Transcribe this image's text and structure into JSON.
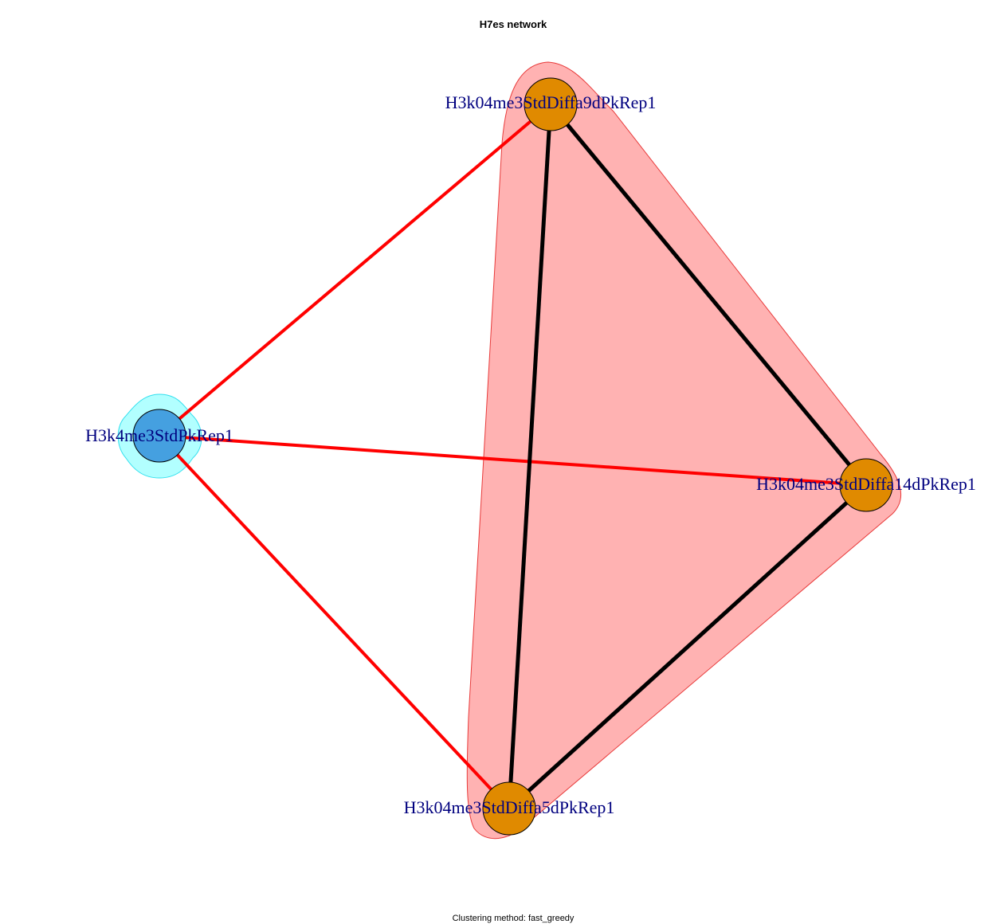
{
  "title": "H7es network",
  "subtitle": "Clustering method: fast_greedy",
  "colors": {
    "label": "#00007f",
    "cluster_red_fill": "#ffb2b2",
    "cluster_red_stroke": "#e83a3a",
    "cluster_cyan_fill": "#b2ffff",
    "cluster_cyan_stroke": "#33e0ee",
    "node_orange": "#e08a00",
    "node_blue": "#45a0e0",
    "edge_between": "#ff0000",
    "edge_within": "#000000"
  },
  "nodes": [
    {
      "id": "n_top",
      "label": "H3k04me3StdDiffa9dPkRep1",
      "group": "orange"
    },
    {
      "id": "n_left",
      "label": "H3k4me3StdPkRep1",
      "group": "blue"
    },
    {
      "id": "n_right",
      "label": "H3k04me3StdDiffa14dPkRep1",
      "group": "orange"
    },
    {
      "id": "n_bottom",
      "label": "H3k04me3StdDiffa5dPkRep1",
      "group": "orange"
    }
  ],
  "edges": [
    {
      "from": "n_left",
      "to": "n_top",
      "type": "between"
    },
    {
      "from": "n_left",
      "to": "n_right",
      "type": "between"
    },
    {
      "from": "n_left",
      "to": "n_bottom",
      "type": "between"
    },
    {
      "from": "n_top",
      "to": "n_bottom",
      "type": "within"
    },
    {
      "from": "n_top",
      "to": "n_right",
      "type": "within"
    },
    {
      "from": "n_bottom",
      "to": "n_right",
      "type": "within"
    }
  ]
}
